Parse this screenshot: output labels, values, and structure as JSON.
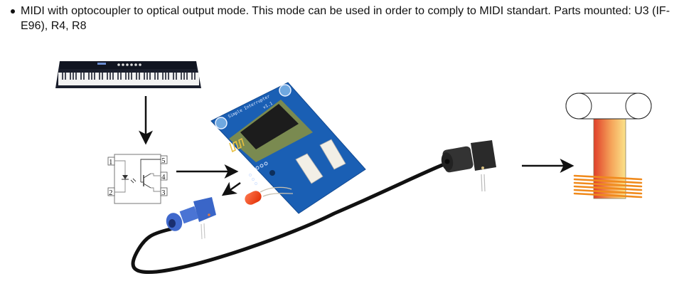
{
  "description": {
    "bullet_text": "MIDI with optocoupler to optical output mode. This mode can be used in order to comply to MIDI standart. Parts mounted: U3 (IF-E96), R4, R8"
  },
  "diagram": {
    "components": [
      {
        "id": "midi-keyboard",
        "label": "MIDI keyboard"
      },
      {
        "id": "optocoupler",
        "label": "Optocoupler",
        "pins": [
          "1",
          "2",
          "3",
          "4",
          "5"
        ]
      },
      {
        "id": "interrupter-board",
        "label": "Simple Interrupter",
        "version": "v1.1"
      },
      {
        "id": "red-led",
        "label": "Red LED"
      },
      {
        "id": "blue-optical-transmitter",
        "label": "Optical transmitter (IF-E96)"
      },
      {
        "id": "fiber-cable",
        "label": "Optical fiber cable"
      },
      {
        "id": "black-optical-receiver",
        "label": "Optical receiver"
      },
      {
        "id": "tesla-coil",
        "label": "Tesla coil"
      }
    ],
    "arrows": [
      {
        "from": "midi-keyboard",
        "to": "optocoupler",
        "direction": "down"
      },
      {
        "from": "optocoupler",
        "to": "interrupter-board",
        "direction": "right"
      },
      {
        "from": "interrupter-board",
        "to": "blue-optical-transmitter",
        "direction": "down-left"
      },
      {
        "from": "black-optical-receiver",
        "to": "tesla-coil",
        "direction": "right"
      }
    ],
    "colors": {
      "pcb_blue": "#1a5fb4",
      "transmitter_blue": "#3a66c8",
      "led_red": "#ff4a1a",
      "cable_black": "#111111",
      "coil_orange": "#f08a1c",
      "coil_gradient_start": "#e0402a",
      "coil_gradient_end": "#fbe38a"
    }
  }
}
